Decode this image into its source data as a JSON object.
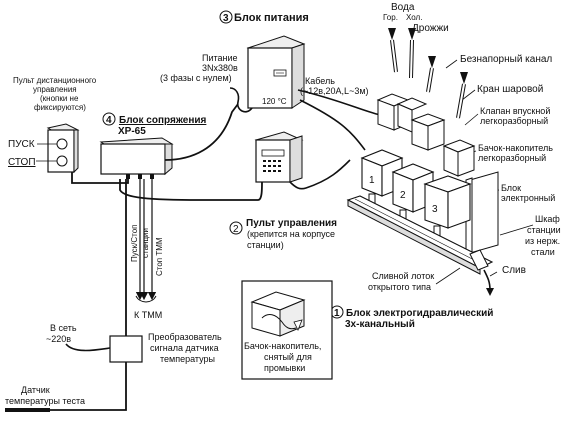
{
  "labels": {
    "power_unit_title": "Блок питания",
    "power_unit_num": "3",
    "power_unit_display": "120 °C",
    "power_supply_l1": "Питание",
    "power_supply_l2": "3Nx380в",
    "power_supply_l3": "(3 фазы с нулем)",
    "cable_l1": "Кабель",
    "cable_l2": "(~12в,20А,L~3м)",
    "water_title": "Вода",
    "water_hot": "Гор.",
    "water_cold": "Хол.",
    "yeast": "Дрожжи",
    "drain_channel": "Безнапорный канал",
    "ball_valve": "Кран шаровой",
    "inlet_valve_l1": "Клапан впускной",
    "inlet_valve_l2": "легкоразборный",
    "tank_l1": "Бачок-накопитель",
    "tank_l2": "легкоразборный",
    "electric_block_l1": "Блок",
    "electric_block_l2": "электронный",
    "cabinet_l1": "Шкаф",
    "cabinet_l2": "станции",
    "cabinet_l3": "из нерж.",
    "cabinet_l4": "стали",
    "drain": "Слив",
    "tray_l1": "Сливной лоток",
    "tray_l2": "открытого типа",
    "main_unit_num": "1",
    "main_unit_l1": "Блок электрогидравлический",
    "main_unit_l2": "3х-канальный",
    "tank_removed_l1": "Бачок-накопитель,",
    "tank_removed_l2": "снятый для",
    "tank_removed_l3": "промывки",
    "control_panel_num": "2",
    "control_panel_l1": "Пульт управления",
    "control_panel_l2": "(крепится на корпусе",
    "control_panel_l3": "станции)",
    "interface_num": "4",
    "interface_l1": "Блок сопряжения",
    "interface_l2": "ХР-65",
    "remote_l1": "Пульт дистанционного",
    "remote_l2": "управления",
    "remote_l3": "(кнопки не",
    "remote_l4": "фиксируются)",
    "start": "ПУСК",
    "stop": "СТОП",
    "start_stop_l1": "Пуск/Стоп",
    "start_stop_l2": "станции",
    "stop_tmm": "Стоп ТММ",
    "to_tmm": "К ТММ",
    "mains_l1": "В сеть",
    "mains_l2": "~220в",
    "converter_l1": "Преобразователь",
    "converter_l2": "сигнала датчика",
    "converter_l3": "температуры",
    "sensor_l1": "Датчик",
    "sensor_l2": "температуры теста",
    "ch1": "1",
    "ch2": "2",
    "ch3": "3"
  }
}
